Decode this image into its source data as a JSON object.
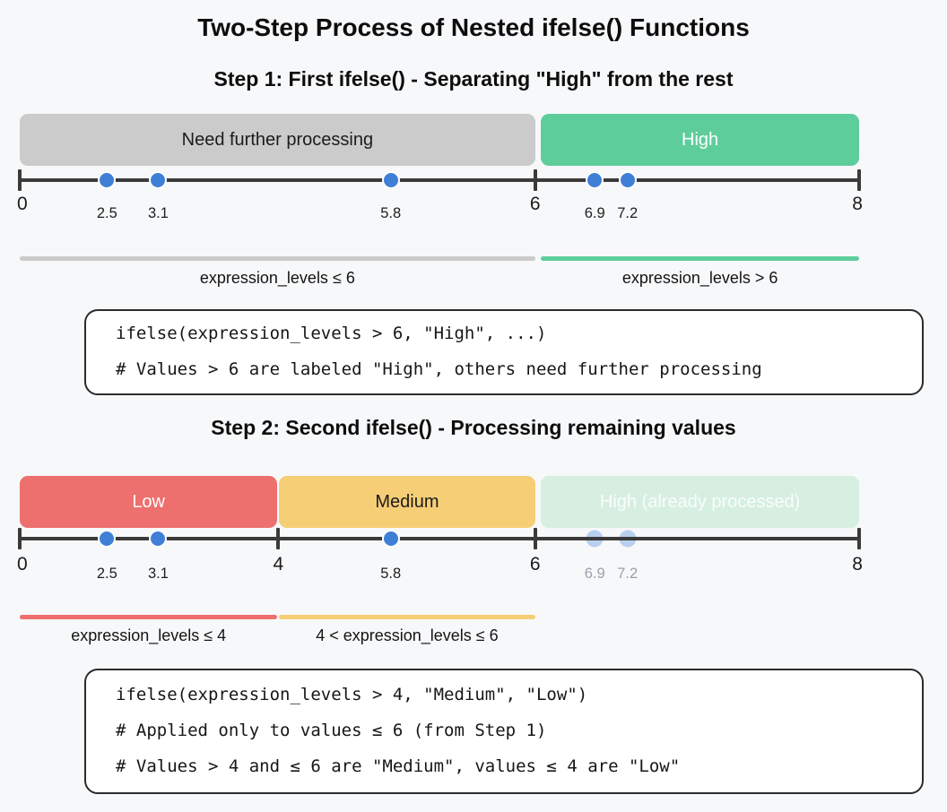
{
  "title": "Two-Step Process of Nested ifelse() Functions",
  "colors": {
    "background": "#f7f8fa",
    "axis": "#3a3a3a",
    "point_blue": "#3f7fd6",
    "point_faded_blue": "#b9cfee",
    "gray_bar": "#cbcbcb",
    "green_bar": "#5ecd9c",
    "red_bar": "#ed6f6e",
    "yellow_bar": "#f6ce76",
    "palegreen_bar": "#d6efe1"
  },
  "step1": {
    "heading": "Step 1: First ifelse() - Separating \"High\" from the rest",
    "bars": [
      {
        "label": "Need further processing",
        "range": [
          0,
          6
        ]
      },
      {
        "label": "High",
        "range": [
          6,
          8
        ]
      }
    ],
    "axis_ticks": [
      "0",
      "6",
      "8"
    ],
    "axis_range": [
      0,
      8
    ],
    "points": [
      {
        "value": 2.5,
        "label": "2.5",
        "state": "active"
      },
      {
        "value": 3.1,
        "label": "3.1",
        "state": "active"
      },
      {
        "value": 5.8,
        "label": "5.8",
        "state": "active"
      },
      {
        "value": 6.9,
        "label": "6.9",
        "state": "active"
      },
      {
        "value": 7.2,
        "label": "7.2",
        "state": "active"
      }
    ],
    "segments": [
      {
        "label": "expression_levels ≤ 6",
        "color": "gray"
      },
      {
        "label": "expression_levels > 6",
        "color": "green"
      }
    ],
    "code": [
      "ifelse(expression_levels > 6, \"High\", ...)",
      "# Values > 6 are labeled \"High\", others need further processing"
    ]
  },
  "step2": {
    "heading": "Step 2: Second ifelse() - Processing remaining values",
    "bars": [
      {
        "label": "Low",
        "range": [
          0,
          4
        ]
      },
      {
        "label": "Medium",
        "range": [
          4,
          6
        ]
      },
      {
        "label": "High (already processed)",
        "range": [
          6,
          8
        ]
      }
    ],
    "axis_ticks": [
      "0",
      "4",
      "6",
      "8"
    ],
    "axis_range": [
      0,
      8
    ],
    "points": [
      {
        "value": 2.5,
        "label": "2.5",
        "state": "active"
      },
      {
        "value": 3.1,
        "label": "3.1",
        "state": "active"
      },
      {
        "value": 5.8,
        "label": "5.8",
        "state": "active"
      },
      {
        "value": 6.9,
        "label": "6.9",
        "state": "faded"
      },
      {
        "value": 7.2,
        "label": "7.2",
        "state": "faded"
      }
    ],
    "segments": [
      {
        "label": "expression_levels ≤ 4",
        "color": "red"
      },
      {
        "label": "4 < expression_levels ≤ 6",
        "color": "yellow"
      }
    ],
    "code": [
      "ifelse(expression_levels > 4, \"Medium\", \"Low\")",
      "# Applied only to values ≤ 6 (from Step 1)",
      "# Values > 4 and ≤ 6 are \"Medium\", values ≤ 4 are \"Low\""
    ]
  }
}
